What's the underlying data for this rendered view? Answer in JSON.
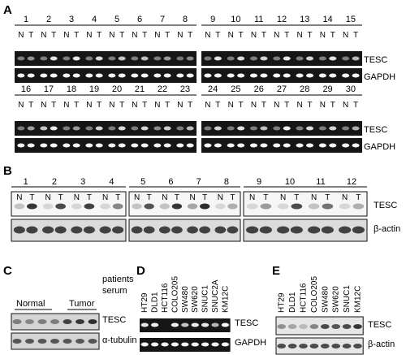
{
  "figure": {
    "panel_a": {
      "letter": "A",
      "row1_left_lanes": [
        "1",
        "2",
        "3",
        "4",
        "5",
        "6",
        "7",
        "8"
      ],
      "row1_right_lanes": [
        "9",
        "10",
        "11",
        "12",
        "13",
        "14",
        "15"
      ],
      "row2_left_lanes": [
        "16",
        "17",
        "18",
        "19",
        "20",
        "21",
        "22",
        "23"
      ],
      "row2_right_lanes": [
        "24",
        "25",
        "26",
        "27",
        "28",
        "29",
        "30"
      ],
      "n_label": "N",
      "t_label": "T",
      "marker_top": "TESC",
      "marker_bottom": "GAPDH"
    },
    "panel_b": {
      "letter": "B",
      "lanes_1": [
        "1",
        "2",
        "3",
        "4"
      ],
      "lanes_2": [
        "5",
        "6",
        "7",
        "8"
      ],
      "lanes_3": [
        "9",
        "10",
        "11",
        "12"
      ],
      "n_label": "N",
      "t_label": "T",
      "marker_top": "TESC",
      "marker_bottom": "β-actin"
    },
    "panel_c": {
      "letter": "C",
      "group_normal": "Normal",
      "group_tumor": "Tumor",
      "caption_line1": "patients",
      "caption_line2": "serum",
      "marker_top": "TESC",
      "marker_bottom": "α-tubulin"
    },
    "panel_d": {
      "letter": "D",
      "cell_lines": [
        "HT29",
        "DLD1",
        "HCT116",
        "COLO205",
        "SW480",
        "SW620",
        "SNUC1",
        "SNUC2A",
        "KM12C"
      ],
      "marker_top": "TESC",
      "marker_bottom": "GAPDH"
    },
    "panel_e": {
      "letter": "E",
      "cell_lines": [
        "HT29",
        "DLD1",
        "HCT116",
        "COLO205",
        "SW480",
        "SW620",
        "SNUC1",
        "KM12C"
      ],
      "marker_top": "TESC",
      "marker_bottom": "β-actin"
    }
  }
}
